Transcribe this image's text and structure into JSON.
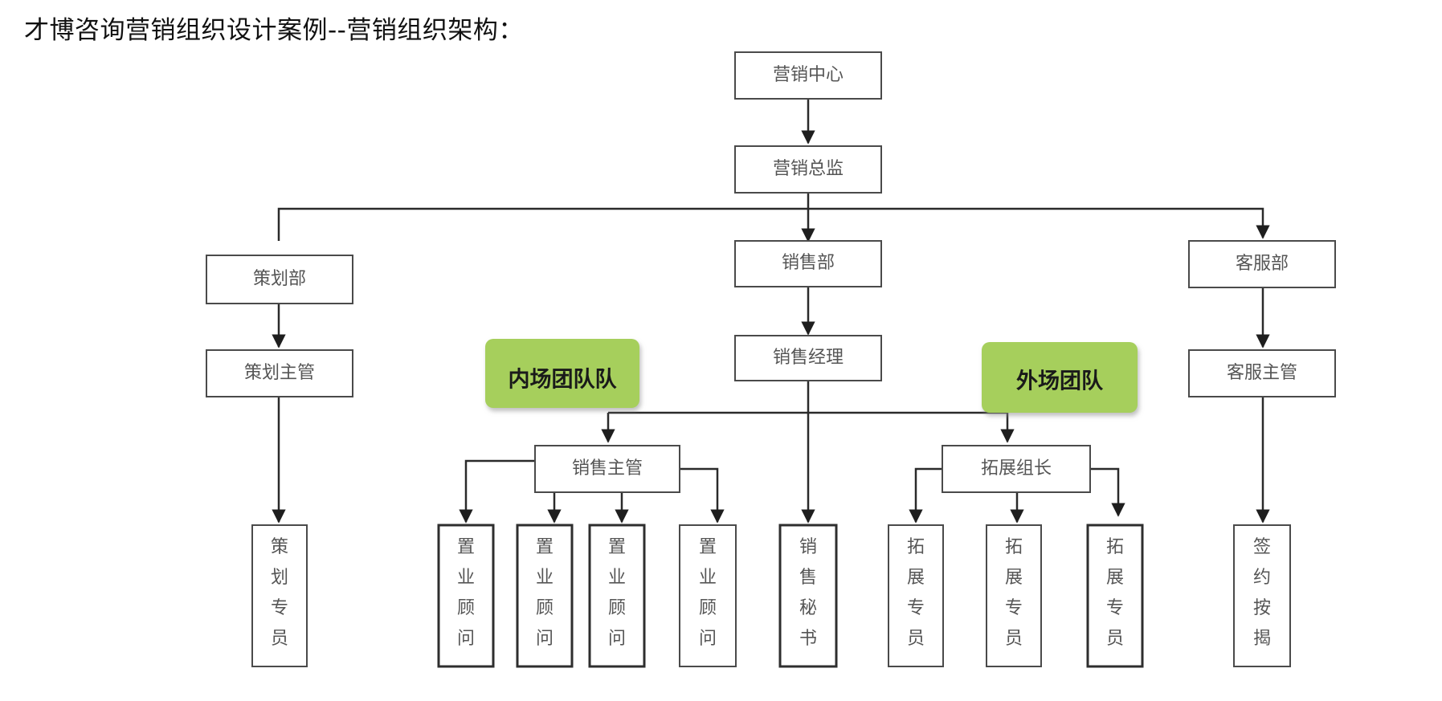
{
  "title": "才博咨询营销组织设计案例--营销组织架构：",
  "nodes": {
    "marketing_center": "营销中心",
    "marketing_director": "营销总监",
    "planning_dept": "策划部",
    "sales_dept": "销售部",
    "service_dept": "客服部",
    "planning_supervisor": "策划主管",
    "sales_manager": "销售经理",
    "service_supervisor": "客服主管",
    "sales_supervisor": "销售主管",
    "expansion_leader": "拓展组长"
  },
  "teams": {
    "inner_team": "内场团队队",
    "outer_team": "外场团队"
  },
  "leaves": {
    "planning_specialist": "策划专员",
    "property_consultant_1": "置业顾问",
    "property_consultant_2": "置业顾问",
    "property_consultant_3": "置业顾问",
    "property_consultant_4": "置业顾问",
    "sales_secretary": "销售秘书",
    "expansion_specialist_1": "拓展专员",
    "expansion_specialist_2": "拓展专员",
    "expansion_specialist_3": "拓展专员",
    "contract_mortgage": "签约按揭"
  }
}
